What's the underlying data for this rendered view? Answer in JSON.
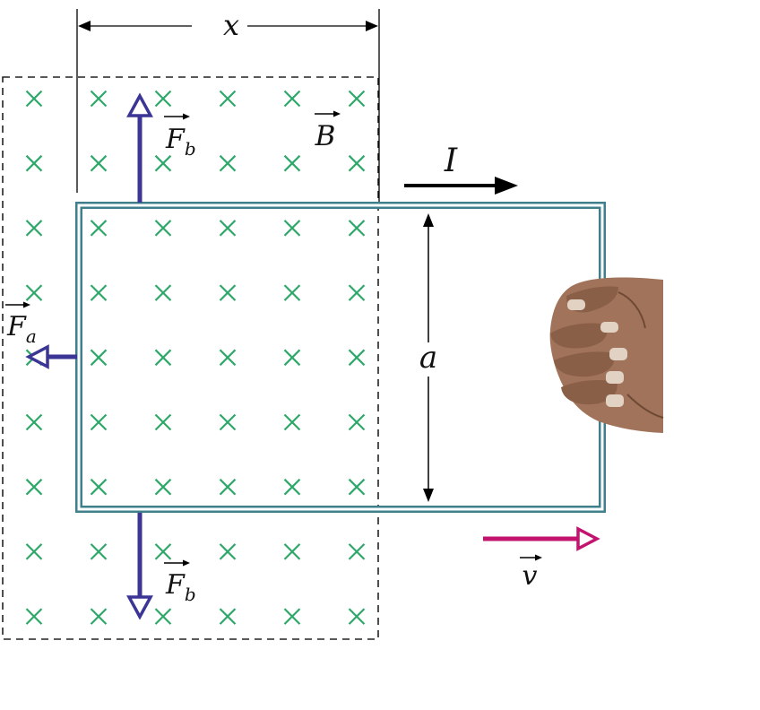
{
  "labels": {
    "x": "x",
    "I": "I",
    "B": "B",
    "a": "a",
    "Fb_top": "F",
    "Fb_top_sub": "b",
    "Fb_bottom": "F",
    "Fb_bottom_sub": "b",
    "Fa": "F",
    "Fa_sub": "a",
    "v": "v"
  },
  "field": {
    "symbol": "×",
    "direction": "into page",
    "rows": 9,
    "cols": 6
  },
  "colors": {
    "field_x": "#2ea86a",
    "loop": "#3f7f8c",
    "force_arrow": "#3b3595",
    "velocity_arrow": "#c2136f",
    "dashed_region": "#222222",
    "hand_skin": "#a0735a",
    "hand_shadow": "#6e4a35"
  },
  "icons": {
    "hand": "hand-pulling-loop-icon"
  }
}
